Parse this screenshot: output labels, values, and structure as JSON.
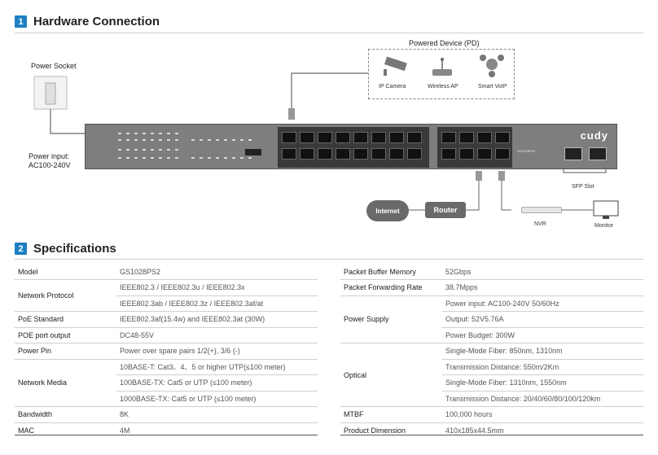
{
  "sections": {
    "hardware": {
      "num": "1",
      "title": "Hardware Connection"
    },
    "specs": {
      "num": "2",
      "title": "Specifications"
    }
  },
  "diagram": {
    "power_socket": "Power Socket",
    "power_input_line1": "Power input:",
    "power_input_line2": "AC100-240V",
    "pd_title": "Powered Device (PD)",
    "pd_items": [
      "IP Camera",
      "Wireless AP",
      "Smart VoIP"
    ],
    "sfp_slot": "SFP Slot",
    "internet": "Internet",
    "router": "Router",
    "nvr": "NVR",
    "monitor": "Monitor",
    "brand": "cudy",
    "model_label": "GS1028PS2"
  },
  "spec_left": [
    {
      "key": "Model",
      "values": [
        "GS1028PS2"
      ]
    },
    {
      "key": "Network Protocol",
      "values": [
        "IEEE802.3 / IEEE802.3u / IEEE802.3x",
        "IEEE802.3ab / IEEE802.3z / IEEE802.3af/at"
      ]
    },
    {
      "key": "PoE Standard",
      "values": [
        "IEEE802.3af(15.4w) and IEEE802.3at (30W)"
      ]
    },
    {
      "key": "POE port output",
      "values": [
        "DC48-55V"
      ]
    },
    {
      "key": "Power Pin",
      "values": [
        "Power over spare pairs 1/2(+), 3/6 (-)"
      ]
    },
    {
      "key": "Network Media",
      "values": [
        "10BASE-T: Cat3、4、5  or higher UTP(≤100 meter)",
        "100BASE-TX: Cat5 or UTP (≤100 meter)",
        "1000BASE-TX: Cat5 or UTP (≤100 meter)"
      ]
    },
    {
      "key": "Bandwidth",
      "values": [
        "8K"
      ]
    },
    {
      "key": "MAC",
      "values": [
        "4M"
      ]
    }
  ],
  "spec_right": [
    {
      "key": "Packet Buffer Memory",
      "values": [
        "52Gbps"
      ]
    },
    {
      "key": "Packet Forwarding Rate",
      "values": [
        "38.7Mpps"
      ]
    },
    {
      "key": "Power Supply",
      "values": [
        "Power input: AC100-240V 50/60Hz",
        "Output: 52V5.76A",
        "Power Budget: 300W"
      ]
    },
    {
      "key": "Optical",
      "values": [
        "Single-Mode Fiber: 850nm, 1310nm",
        "Transmission Distance: 550m/2Km",
        "Single-Mode Fiber: 1310nm, 1550nm",
        "Transmission Distance: 20/40/60/80/100/120km"
      ]
    },
    {
      "key": "MTBF",
      "values": [
        "100,000 hours"
      ]
    },
    {
      "key": "Product Dimension",
      "values": [
        "410x185x44.5mm"
      ]
    }
  ],
  "colors": {
    "accent": "#1d7fc4",
    "switch_body": "#7e7e7e"
  }
}
